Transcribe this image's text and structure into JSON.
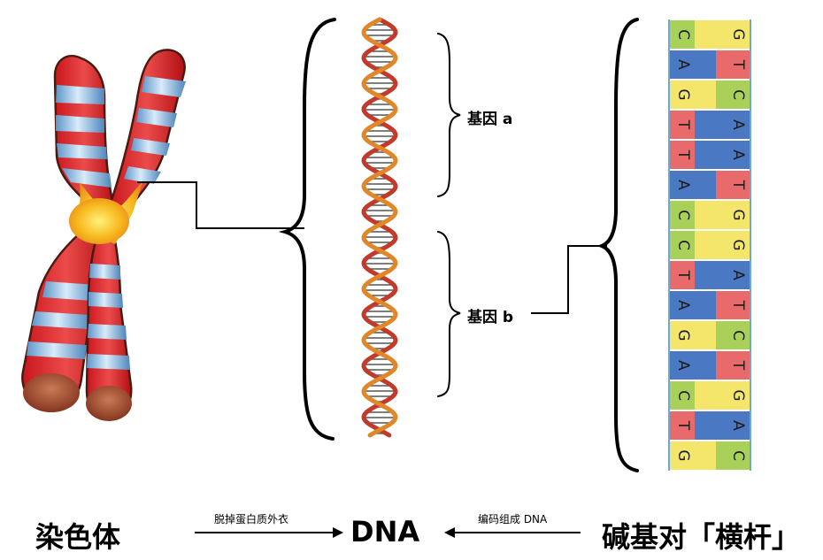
{
  "labels": {
    "gene_a": "基因 a",
    "gene_b": "基因 b",
    "chromosome": "染色体",
    "dna": "DNA",
    "base_pairs": "碱基对「横杆」",
    "arrow_left": "脱掉蛋白质外衣",
    "arrow_right": "编码组成 DNA"
  },
  "base_columns": {
    "left": [
      "C",
      "A",
      "G",
      "T",
      "T",
      "A",
      "C",
      "C",
      "T",
      "A",
      "G",
      "A",
      "C",
      "T",
      "G"
    ],
    "right": [
      "G",
      "T",
      "C",
      "A",
      "A",
      "T",
      "G",
      "G",
      "A",
      "T",
      "C",
      "T",
      "G",
      "A",
      "C"
    ]
  },
  "colors": {
    "A": "#4a78c2",
    "T": "#e86a6a",
    "G": "#f4e66a",
    "C": "#a9d15a",
    "chromosome_red": "#d8242b",
    "chromosome_blue": "#7fb2dc",
    "chromosome_center": "#f5b61a",
    "helix_orange": "#e0872a",
    "helix_red": "#c23a2a",
    "line": "#000000"
  }
}
